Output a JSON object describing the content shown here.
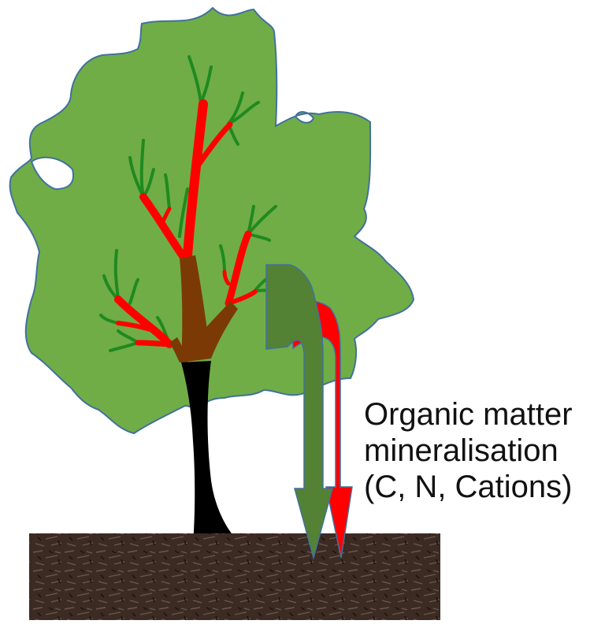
{
  "diagram": {
    "caption": {
      "line1": "Organic matter",
      "line2": "mineralisation",
      "line3": "(C, N, Cations)"
    },
    "colors": {
      "canopy": "#70ad47",
      "canopy_outline": "#41719c",
      "trunk": "#000000",
      "branch_main": "#7b3a05",
      "branch_red": "#ff0000",
      "twig_green": "#1f8a1f",
      "arrow_green": "#548235",
      "arrow_red": "#ff0000",
      "soil": "#3a2a22"
    }
  }
}
